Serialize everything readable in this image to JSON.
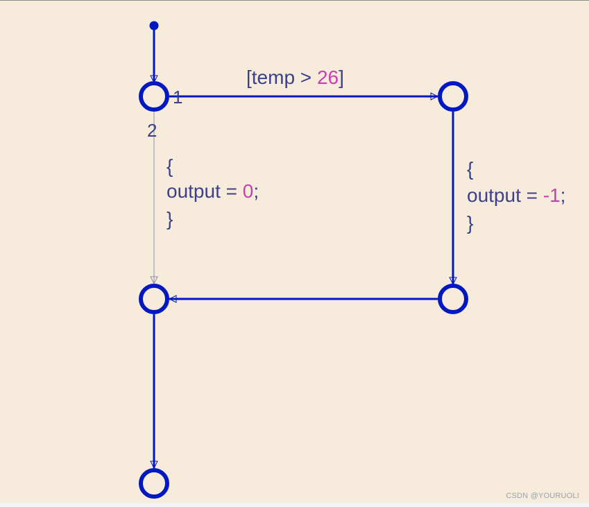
{
  "colors": {
    "background": "#f7ecdb",
    "node": "#0018c0",
    "text": "#3b3f8c",
    "number": "#c83fb4",
    "thin_edge": "#8a8fa8"
  },
  "transitions": {
    "condition_open": "[temp > ",
    "condition_value": "26",
    "condition_close": "]",
    "order_1": "1",
    "order_2": "2"
  },
  "left_action": {
    "open_brace": "{",
    "assign": "output = ",
    "value": "0",
    "terminator": ";",
    "close_brace": "}"
  },
  "right_action": {
    "open_brace": "{",
    "assign": "output = ",
    "value": "-1",
    "terminator": ";",
    "close_brace": "}"
  },
  "watermark": "CSDN @YOURUOLI"
}
